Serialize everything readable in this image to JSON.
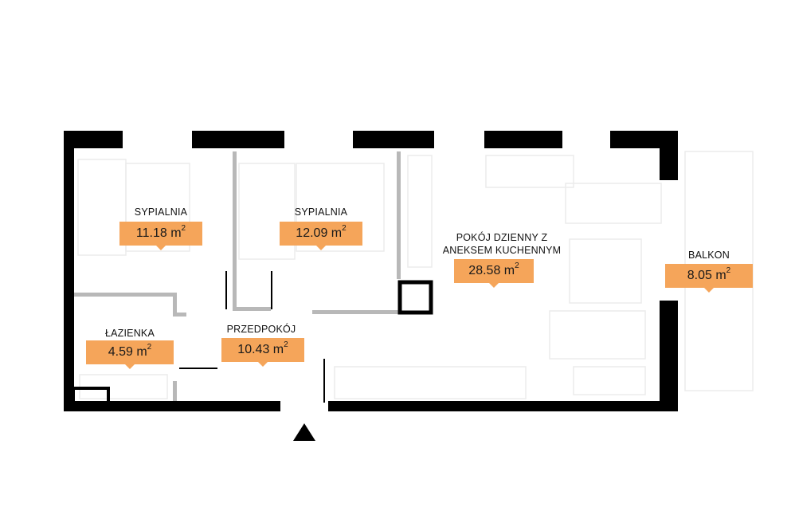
{
  "unit": "m",
  "unit_power": "2",
  "colors": {
    "wall": "#000000",
    "partition": "#b8b8b8",
    "badge": "#f5a55a",
    "furniture": "#ececec"
  },
  "icons": {
    "entrance": "entrance-arrow-icon"
  },
  "rooms": [
    {
      "name": "SYPIALNIA",
      "area": "11.18"
    },
    {
      "name": "SYPIALNIA",
      "area": "12.09"
    },
    {
      "name": "POKÓJ DZIENNY Z",
      "name_line2": "ANEKSEM KUCHENNYM",
      "area": "28.58"
    },
    {
      "name": "BALKON",
      "area": "8.05"
    },
    {
      "name": "ŁAZIENKA",
      "area": "4.59"
    },
    {
      "name": "PRZEDPOKÓJ",
      "area": "10.43"
    }
  ]
}
